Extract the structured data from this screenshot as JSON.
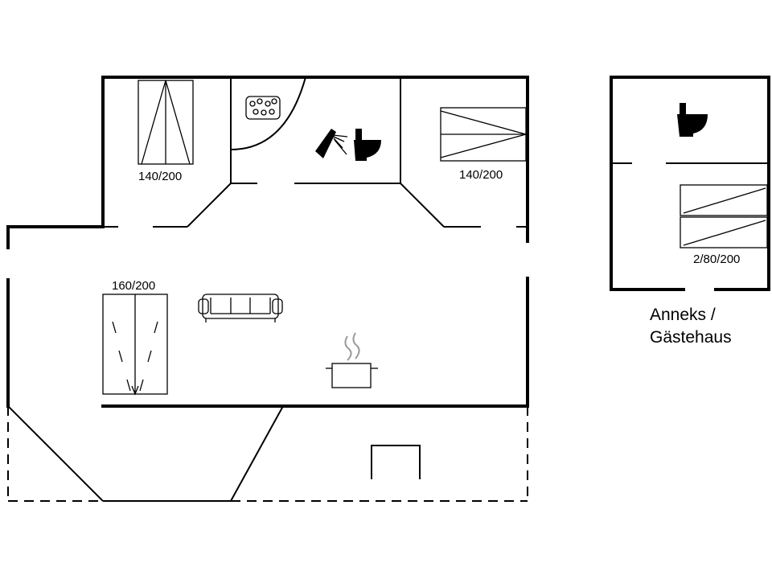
{
  "labels": {
    "bed_top_left": "140/200",
    "bed_top_right": "140/200",
    "bed_left": "160/200",
    "bed_annex": "2/80/200",
    "annex_line1": "Anneks /",
    "annex_line2": "Gästehaus"
  },
  "icons": [
    "single-bed-icon",
    "double-bed-icon",
    "hot-tub-icon",
    "shower-icon",
    "toilet-icon",
    "sofa-icon",
    "cooking-pot-icon",
    "fireplace-icon"
  ]
}
